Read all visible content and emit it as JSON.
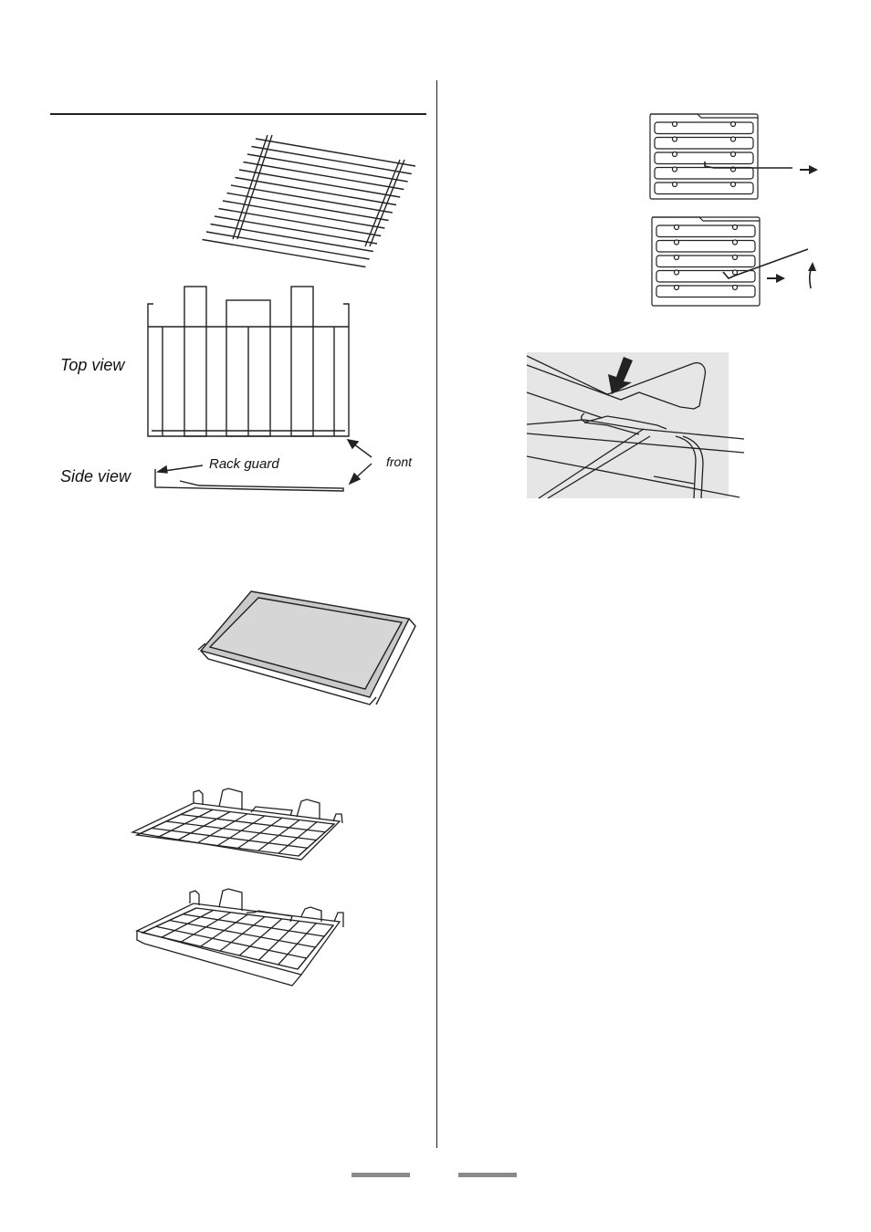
{
  "labels": {
    "top_view": "Top view",
    "side_view": "Side view",
    "rack_guard": "Rack guard",
    "front": "front"
  },
  "colors": {
    "line": "#222222",
    "tray_fill": "#c9c9c9",
    "photo_bg": "#e6e6e6",
    "footer_bar": "#8a8a8a"
  },
  "icons": {
    "arrow_right": "arrow-right-icon",
    "arrow_up": "arrow-up-icon",
    "arrow_down": "arrow-down-icon"
  }
}
